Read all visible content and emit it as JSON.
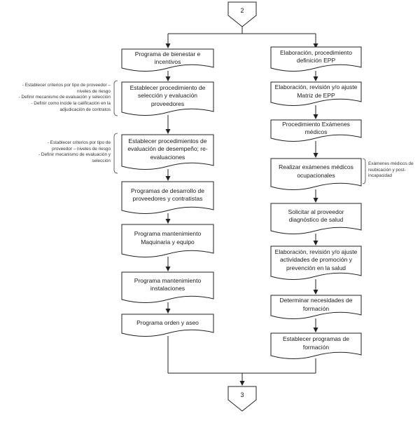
{
  "connectors": {
    "top": "2",
    "bottom": "3"
  },
  "left_column": [
    {
      "id": "L1",
      "text": "Programa de bienestar e incentivos"
    },
    {
      "id": "L2",
      "text": "Establecer procedimiento de selección y evaluación proveedores"
    },
    {
      "id": "L3",
      "text": "Establecer procedimientos de evaluación de desempeño; re-evaluaciones"
    },
    {
      "id": "L4",
      "text": "Programas de desarrollo de proveedores y contratistas"
    },
    {
      "id": "L5",
      "text": "Programa mantenimiento Maquinaria y equipo"
    },
    {
      "id": "L6",
      "text": "Programa mantenimiento instalaciones"
    },
    {
      "id": "L7",
      "text": "Programa orden y aseo"
    }
  ],
  "right_column": [
    {
      "id": "R1",
      "text": "Elaboración, procedimiento definición EPP"
    },
    {
      "id": "R2",
      "text": "Elaboración, revisión y/o ajuste Matriz de EPP"
    },
    {
      "id": "R3",
      "text": "Procedimiento Exámenes médicos"
    },
    {
      "id": "R4",
      "text": "Realizar exámenes médicos ocupacionales"
    },
    {
      "id": "R5",
      "text": "Solicitar al proveedor diagnóstico de salud"
    },
    {
      "id": "R6",
      "text": "Elaboración, revisión y/o ajuste actividades de promoción y prevención en la salud"
    },
    {
      "id": "R7",
      "text": "Determinar necesidades de formación"
    },
    {
      "id": "R8",
      "text": "Establecer programas de formación"
    }
  ],
  "annotations": {
    "a1": [
      "- Establecer criterios por tipo de proveedor –",
      "niveles de riesgo",
      "- Definir mecanismo de evaluación y selección",
      "- Definir como incide la calificación en la",
      "adjudicación de contratos"
    ],
    "a2": [
      "- Establecer criterios por tipo de",
      "proveedor – niveles de riesgo",
      "- Definir mecanismo de evaluación y",
      "selección"
    ],
    "a3": [
      "Exámenes médicos de",
      "reubicación y post-",
      "incapacidad"
    ]
  }
}
